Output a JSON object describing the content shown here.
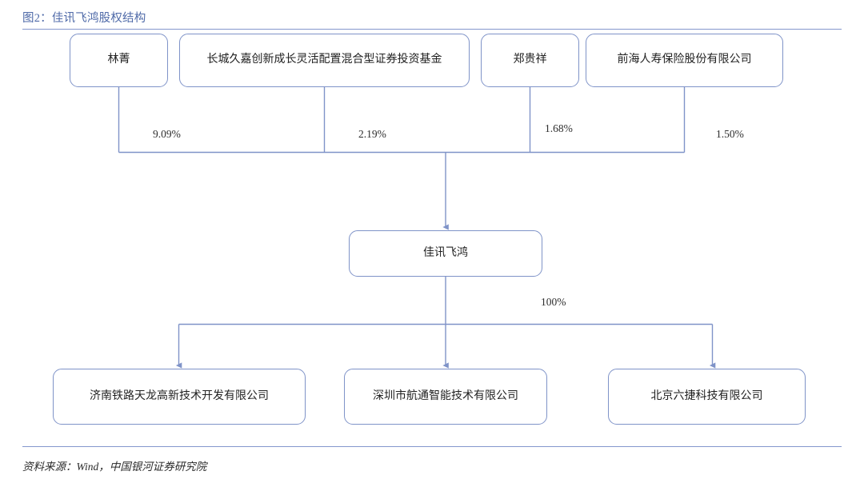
{
  "figure": {
    "title": "图2：佳讯飞鸿股权结构",
    "source": "资料来源：Wind，中国银河证券研究院",
    "accent_color": "#4f6aa8",
    "border_color": "#7f93c8",
    "connector_color": "#7f93c8",
    "background_color": "#ffffff"
  },
  "diagram": {
    "type": "ownership-structure",
    "shareholders": [
      {
        "id": "linjing",
        "label": "林菁",
        "stake": "9.09%"
      },
      {
        "id": "fund",
        "label": "长城久嘉创新成长灵活配置混合型证券投资基金",
        "stake": "2.19%"
      },
      {
        "id": "zheng",
        "label": "郑贵祥",
        "stake": "1.68%"
      },
      {
        "id": "qianhai",
        "label": "前海人寿保险股份有限公司",
        "stake": "1.50%"
      }
    ],
    "company": {
      "id": "center",
      "label": "佳讯飞鸿"
    },
    "subsidiary_stake": "100%",
    "subsidiaries": [
      {
        "id": "jinan",
        "label": "济南铁路天龙高新技术开发有限公司"
      },
      {
        "id": "shenzhen",
        "label": "深圳市航通智能技术有限公司"
      },
      {
        "id": "beijing",
        "label": "北京六捷科技有限公司"
      }
    ]
  }
}
